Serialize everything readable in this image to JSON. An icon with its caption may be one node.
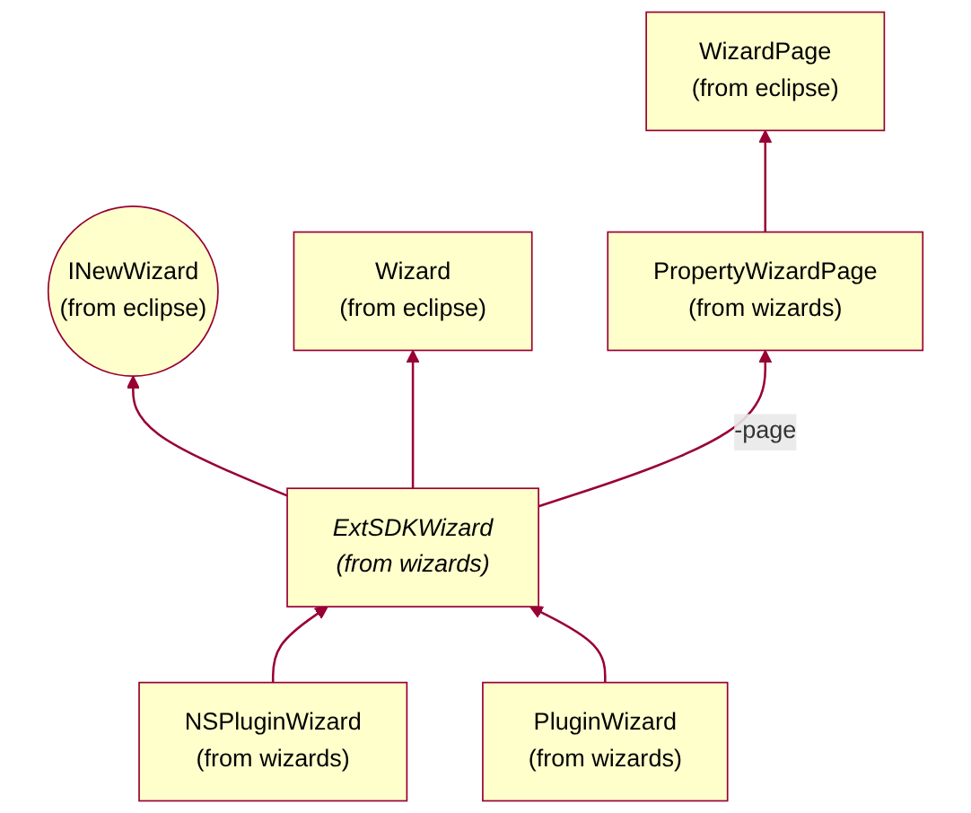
{
  "diagram": {
    "nodes": [
      {
        "text": [
          "INewWizard",
          "(from eclipse)"
        ]
      },
      {
        "text": [
          "Wizard",
          "(from eclipse)"
        ]
      },
      {
        "text": [
          "WizardPage",
          "(from eclipse)"
        ]
      },
      {
        "text": [
          "ExtSDKWizard",
          "(from wizards)"
        ]
      },
      {
        "text": [
          "PropertyWizardPage",
          "(from wizards)"
        ]
      },
      {
        "text": [
          "NSPluginWizard",
          "(from wizards)"
        ]
      },
      {
        "text": [
          "PluginWizard",
          "(from wizards)"
        ]
      }
    ],
    "edges": [
      {
        "from": 3,
        "to": 0,
        "arrow": "to"
      },
      {
        "from": 3,
        "to": 1,
        "arrow": "to"
      },
      {
        "from": 4,
        "to": 2,
        "arrow": "to"
      },
      {
        "from": 3,
        "to": 4,
        "arrow": "to",
        "label": "-page"
      },
      {
        "from": 5,
        "to": 3,
        "arrow": "to"
      },
      {
        "from": 6,
        "to": 3,
        "arrow": "to"
      }
    ]
  }
}
